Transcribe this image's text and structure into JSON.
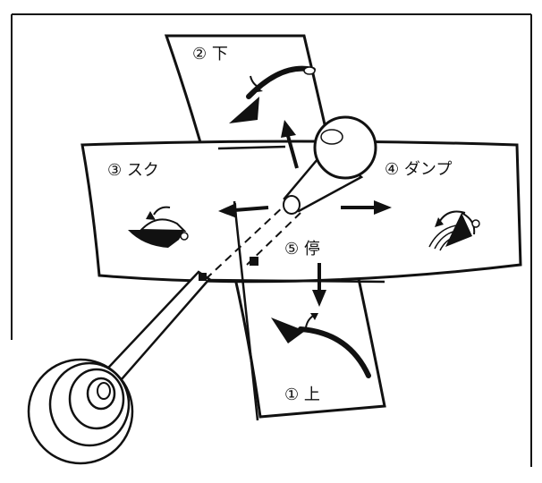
{
  "labels": {
    "pos1": "① 上",
    "pos2": "② 下",
    "pos3": "③ スク",
    "pos4": "④ ダンプ",
    "pos5": "⑤ 停"
  },
  "icons": {
    "pos1": "boom-raise-icon",
    "pos2": "boom-lower-icon",
    "pos3": "bucket-scoop-icon",
    "pos4": "bucket-dump-icon"
  },
  "colors": {
    "stroke": "#111111",
    "fill": "#ffffff"
  }
}
